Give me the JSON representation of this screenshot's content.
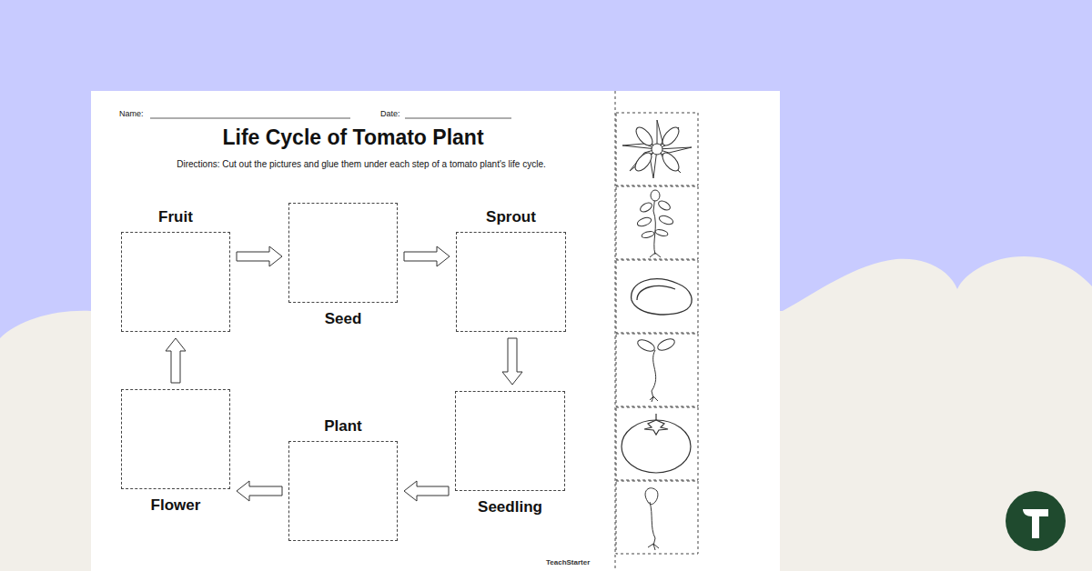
{
  "diagram": {
    "title": "Life Cycle of Tomato Plant",
    "nodes": [
      {
        "text": [
          "Fruit"
        ]
      },
      {
        "text": [
          "Seed"
        ]
      },
      {
        "text": [
          "Sprout"
        ]
      },
      {
        "text": [
          "Seedling"
        ]
      },
      {
        "text": [
          "Plant"
        ]
      },
      {
        "text": [
          "Flower"
        ]
      }
    ],
    "edges": [
      {
        "from": 0,
        "to": 1,
        "arrow": "to"
      },
      {
        "from": 1,
        "to": 2,
        "arrow": "to"
      },
      {
        "from": 2,
        "to": 3,
        "arrow": "to"
      },
      {
        "from": 3,
        "to": 4,
        "arrow": "to"
      },
      {
        "from": 4,
        "to": 5,
        "arrow": "to"
      },
      {
        "from": 5,
        "to": 0,
        "arrow": "to"
      }
    ],
    "labels": [
      "Name:",
      "Date:",
      "Directions: Cut out the pictures and glue them under each step of a tomato plant's life cycle.",
      "TeachStarter"
    ]
  }
}
